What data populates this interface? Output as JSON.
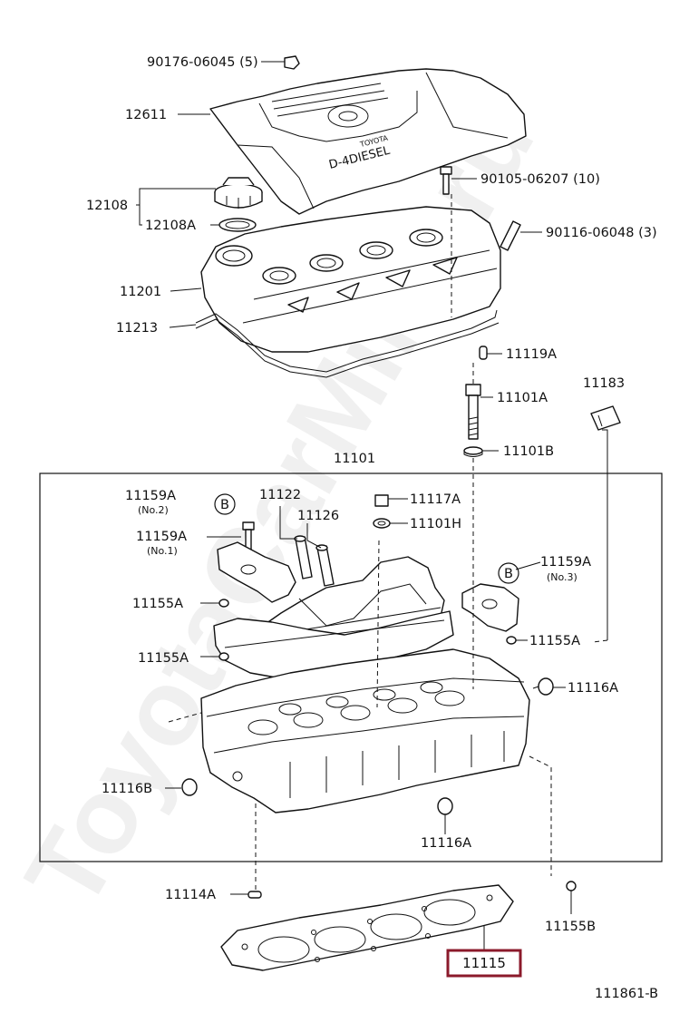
{
  "watermark": "ToyotaCarMine.ru",
  "diagram_code": "111861-B",
  "highlight_part": "11115",
  "callouts": {
    "c90176": "90176-06045 (5)",
    "c12611": "12611",
    "c12108": "12108",
    "c12108A": "12108A",
    "c90105": "90105-06207 (10)",
    "c90116": "90116-06048 (3)",
    "c11201": "11201",
    "c11213": "11213",
    "c11119A": "11119A",
    "c11183": "11183",
    "c11101A": "11101A",
    "c11101B": "11101B",
    "c11101": "11101",
    "c11159A_no2": "11159A",
    "n_no2": "(No.2)",
    "c11122": "11122",
    "c11117A": "11117A",
    "c11126": "11126",
    "c11101H": "11101H",
    "c11159A_no1": "11159A",
    "n_no1": "(No.1)",
    "c11159A_no3": "11159A",
    "n_no3": "(No.3)",
    "c11155A_1": "11155A",
    "c11155A_2": "11155A",
    "c11155A_3": "11155A",
    "c11116A_1": "11116A",
    "c11116B": "11116B",
    "c11116A_2": "11116A",
    "c11114A": "11114A",
    "c11155B": "11155B",
    "c11115": "11115"
  },
  "markers": {
    "b1": "B",
    "b2": "B"
  },
  "cover_text": {
    "brand": "TOYOTA",
    "engine": "D-4DIESEL"
  }
}
